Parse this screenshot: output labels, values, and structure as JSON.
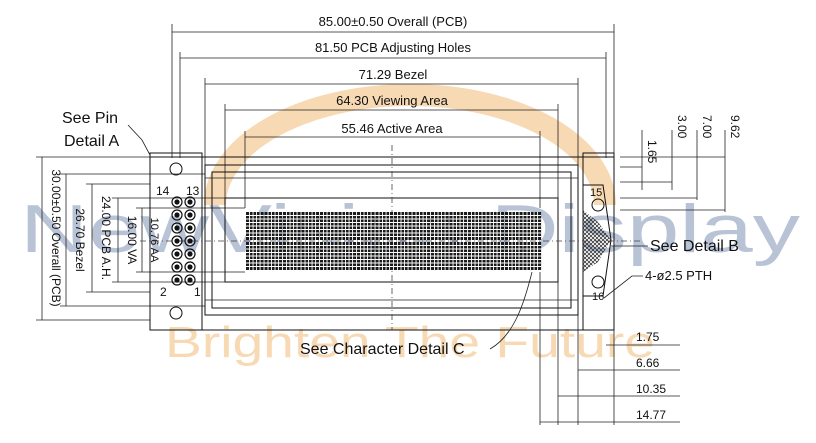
{
  "dimensions": {
    "overall": "85.00±0.50 Overall (PCB)",
    "holes": "81.50 PCB Adjusting Holes",
    "bezel": "71.29 Bezel",
    "viewing": "64.30 Viewing Area",
    "active": "55.46 Active Area",
    "left_overall": "30.00±0.50 Overall (PCB)",
    "left_bezel": "26.70 Bezel",
    "left_pcb_ah": "24.00 PCB A.H.",
    "left_va": "16.00 VA",
    "left_aa": "10.76 AA"
  },
  "right_top_dims": [
    "1.65",
    "3.00",
    "7.00",
    "9.62"
  ],
  "bottom_right_dims": [
    "1.75",
    "6.66",
    "10.35",
    "14.77"
  ],
  "callouts": {
    "pin_detail_line1": "See Pin",
    "pin_detail_line2": "Detail A",
    "detail_b": "See  Detail B",
    "pth": "4-ø2.5 PTH",
    "char_detail": "See Character Detail C"
  },
  "pin_labels": {
    "top_left": "14",
    "top_right": "13",
    "bottom_left": "2",
    "bottom_right": "1",
    "right_top": "15",
    "right_bottom": "16"
  },
  "watermark": {
    "line1": "NewVision Display",
    "line2": "Brighten The Future"
  },
  "display": {
    "columns": 16,
    "rows": 2
  },
  "colors": {
    "line": "#111111",
    "watermark_blue": "#b8c3d6",
    "watermark_orange": "#f7d9b4",
    "char_cell": "#1a1a1a"
  }
}
